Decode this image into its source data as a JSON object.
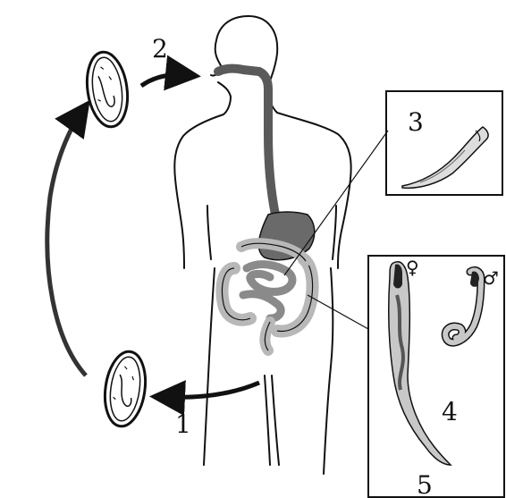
{
  "labels": {
    "step_1": "1",
    "step_2": "2",
    "step_3": "3",
    "step_4": "4",
    "step_5": "5",
    "female_symbol": "♀",
    "male_symbol": "♂"
  },
  "colors": {
    "line": "#111111",
    "digestive_dark": "#5a5a5a",
    "intestine_light": "#b8b8b8",
    "worm_fill": "#c8c8c8"
  }
}
